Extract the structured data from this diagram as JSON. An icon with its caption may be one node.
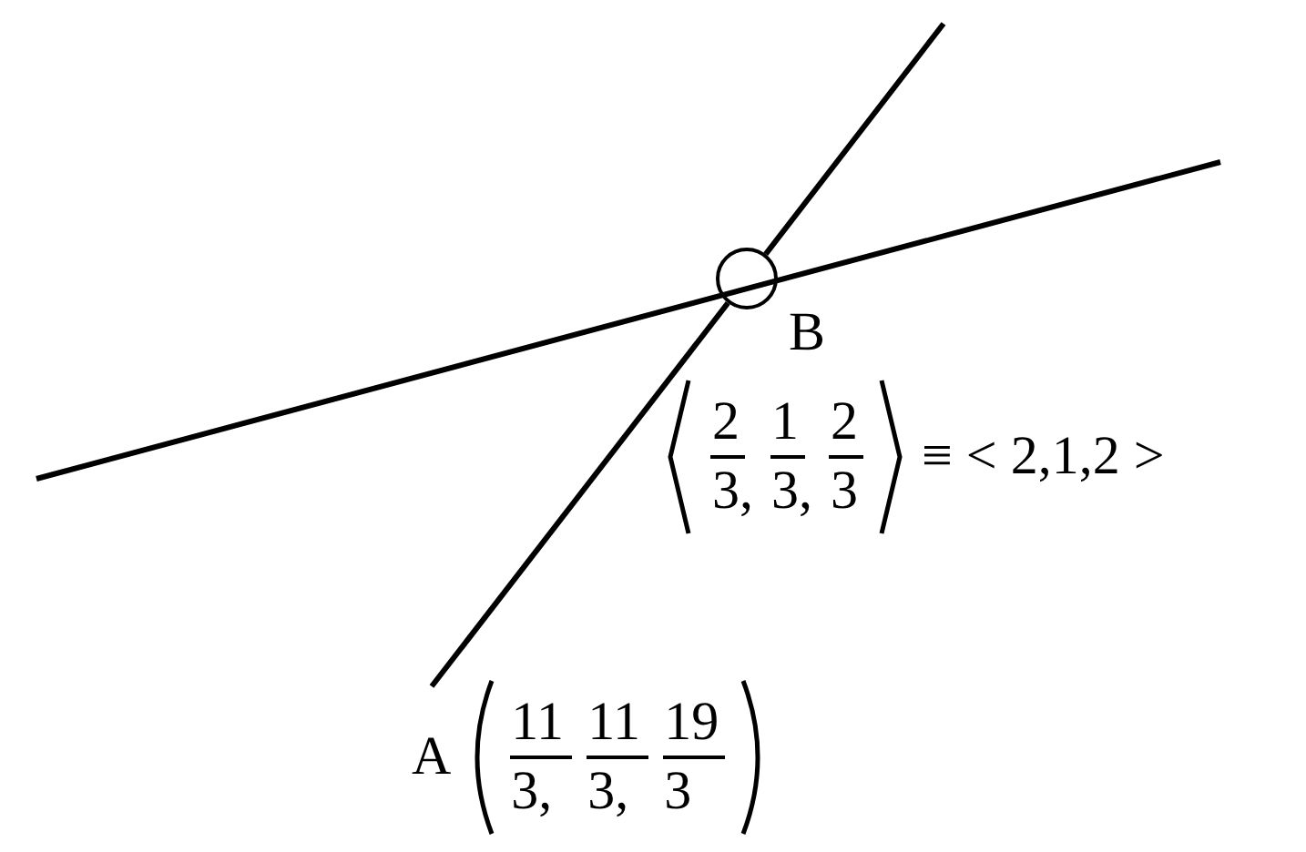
{
  "diagram": {
    "nodes": [
      {
        "text": [],
        "shape": "circle",
        "beside": [
          "B"
        ]
      },
      {
        "text": [
          "A",
          "11",
          "3,",
          "11",
          "3,",
          "19",
          "3"
        ]
      }
    ],
    "edges": [
      {
        "from": 1,
        "to": 0,
        "arrow": "none"
      }
    ],
    "labels": [
      "2",
      "3,",
      "1",
      "3,",
      "2",
      "3",
      "≡ < 2,1,2 >"
    ]
  }
}
